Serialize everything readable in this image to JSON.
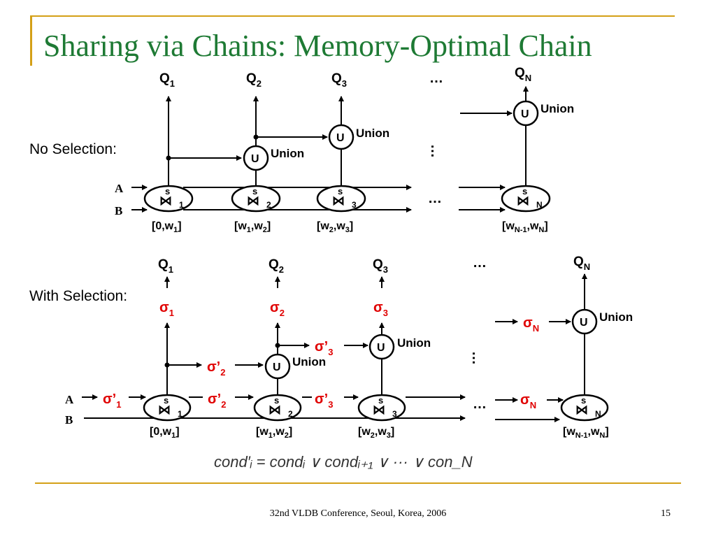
{
  "slide": {
    "title": "Sharing via Chains: Memory-Optimal Chain",
    "footer": "32nd VLDB Conference, Seoul, Korea, 2006",
    "page_number": "15"
  },
  "diagram": {
    "no_selection_label": "No Selection:",
    "with_selection_label": "With Selection:",
    "input_a": "A",
    "input_b": "B",
    "ellipsis": "…",
    "union_label": "Union",
    "union_symbol": "U",
    "join_symbol": "⋈",
    "join_s": "s",
    "queries": [
      {
        "main": "Q",
        "sub": "1"
      },
      {
        "main": "Q",
        "sub": "2"
      },
      {
        "main": "Q",
        "sub": "3"
      },
      {
        "main": "Q",
        "sub": "N"
      }
    ],
    "join_subs": [
      "1",
      "2",
      "3",
      "N"
    ],
    "windows": [
      [
        "[0,w",
        "1",
        "]"
      ],
      [
        "[w",
        "1",
        ",w",
        "2",
        "]"
      ],
      [
        "[w",
        "2",
        ",w",
        "3",
        "]"
      ],
      [
        "[w",
        "N-1",
        ",w",
        "N",
        "]"
      ]
    ],
    "sigma": {
      "symbol": "σ",
      "prime": "σ’",
      "subs": [
        "1",
        "2",
        "3",
        "N"
      ]
    },
    "formula": "cond′ᵢ = condᵢ ∨ condᵢ₊₁ ∨ ··· ∨ con_N"
  }
}
